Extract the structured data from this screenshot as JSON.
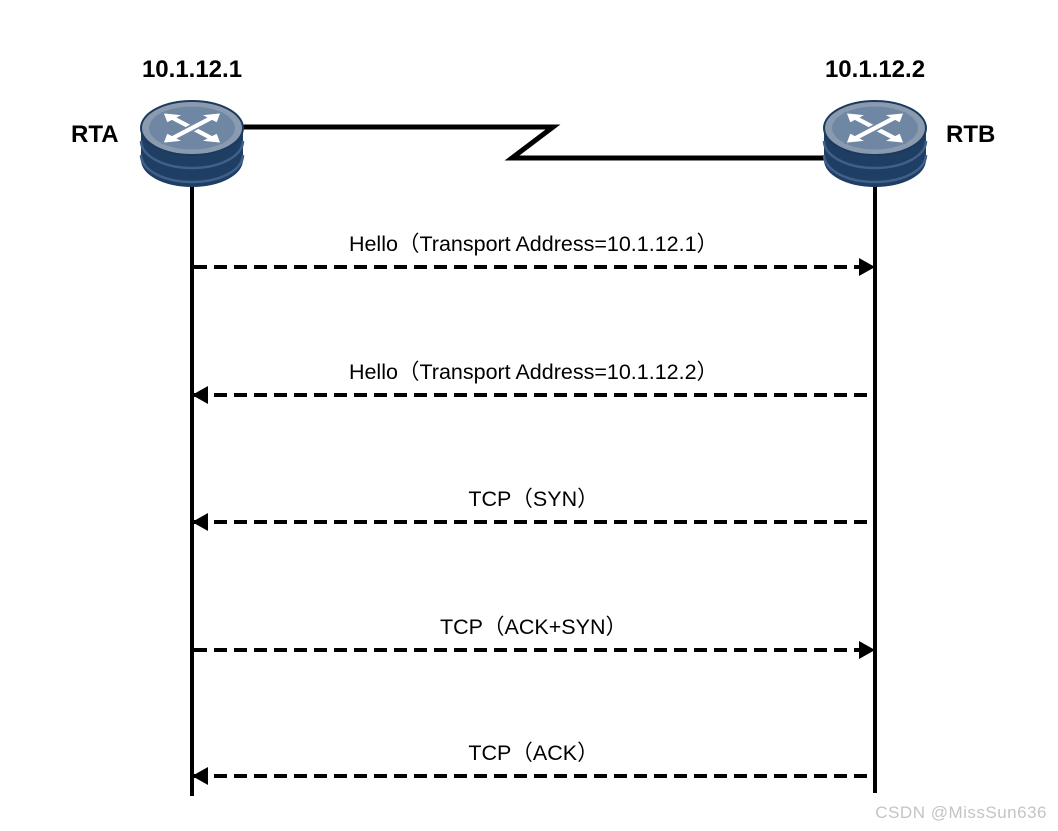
{
  "diagram": {
    "type": "ldp-session-setup-sequence",
    "routers": [
      {
        "name": "RTA",
        "ip": "10.1.12.1"
      },
      {
        "name": "RTB",
        "ip": "10.1.12.2"
      }
    ]
  },
  "messages": [
    {
      "from": "RTA",
      "to": "RTB",
      "direction": "right",
      "label": "Hello（Transport Address=10.1.12.1）"
    },
    {
      "from": "RTB",
      "to": "RTA",
      "direction": "left",
      "label": "Hello（Transport Address=10.1.12.2）"
    },
    {
      "from": "RTB",
      "to": "RTA",
      "direction": "left",
      "label": "TCP（SYN）"
    },
    {
      "from": "RTA",
      "to": "RTB",
      "direction": "right",
      "label": "TCP（ACK+SYN）"
    },
    {
      "from": "RTB",
      "to": "RTA",
      "direction": "left",
      "label": "TCP（ACK）"
    }
  ],
  "watermark": "CSDN @MissSun636",
  "colors": {
    "line": "#000000",
    "router_body": "#1e3e63",
    "router_groove": "#40608a",
    "router_top_rim": "#8a9bb0",
    "router_top_face": "#6f87a3",
    "arrow_glyph": "#ffffff",
    "watermark": "#c2c5c8"
  }
}
